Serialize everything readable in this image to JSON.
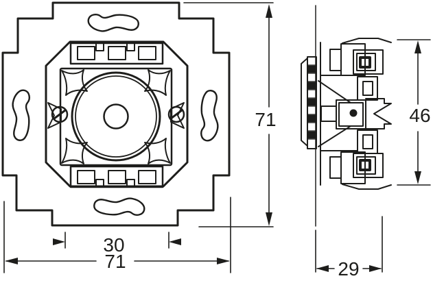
{
  "drawing": {
    "colors": {
      "ink": "#1d1d1b",
      "background": "#ffffff"
    },
    "dimensions": {
      "front_center_width": "30",
      "front_total_width": "71",
      "front_total_height": "71",
      "side_insert_height": "46",
      "side_depth": "29"
    }
  }
}
